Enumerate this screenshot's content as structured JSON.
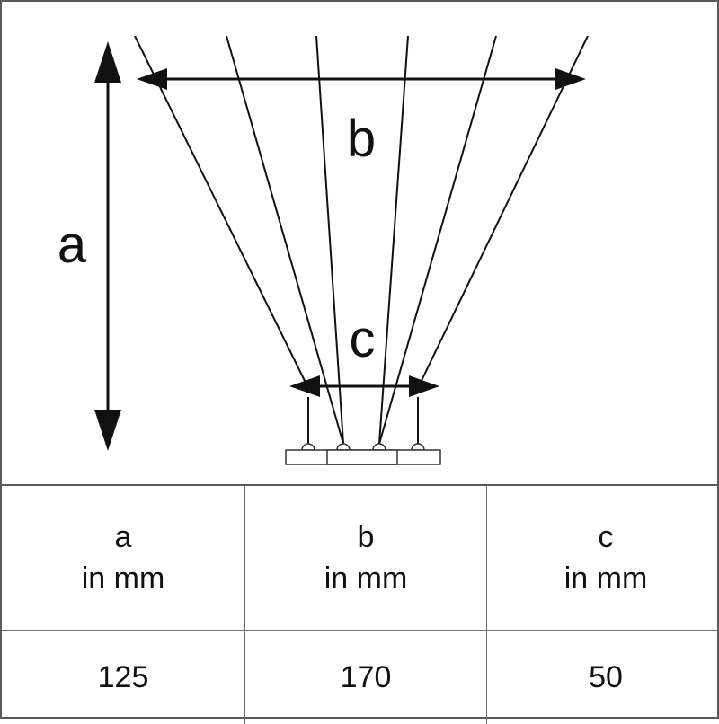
{
  "diagram": {
    "labels": {
      "a": "a",
      "b": "b",
      "c": "c"
    }
  },
  "table": {
    "headers": [
      {
        "letter": "a",
        "unit": "in mm"
      },
      {
        "letter": "b",
        "unit": "in mm"
      },
      {
        "letter": "c",
        "unit": "in mm"
      }
    ],
    "values": [
      "125",
      "170",
      "50"
    ]
  }
}
